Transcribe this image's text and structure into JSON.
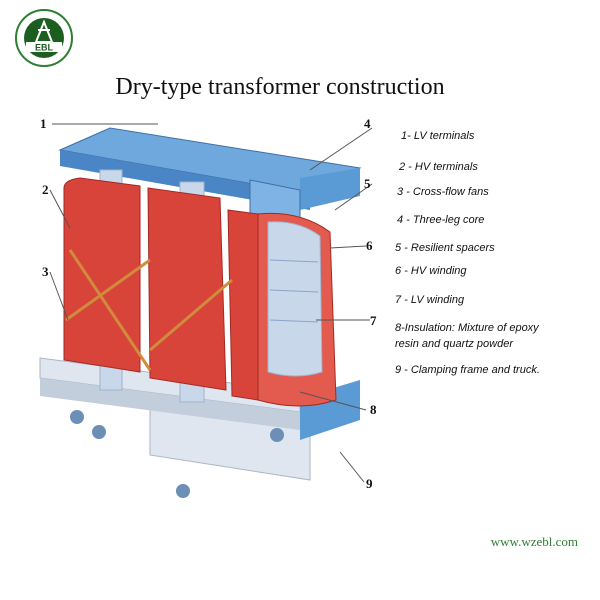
{
  "title": "Dry-type transformer construction",
  "website": "www.wzebl.com",
  "logo": {
    "text": "EBL"
  },
  "legend": [
    "1- LV terminals",
    "2 - HV terminals",
    "3 - Cross-flow fans",
    "4 - Three-leg core",
    "5 - Resilient spacers",
    "6 - HV winding",
    "7 - LV winding",
    "8-Insulation: Mixture of epoxy resin and quartz powder",
    "9 - Clamping frame and truck."
  ],
  "callouts": [
    "1",
    "2",
    "3",
    "4",
    "5",
    "6",
    "7",
    "8",
    "9"
  ],
  "colors": {
    "frame": "#5b9bd5",
    "coil": "#d9443a",
    "core": "#c9d7ea",
    "website": "#2e7d32"
  }
}
